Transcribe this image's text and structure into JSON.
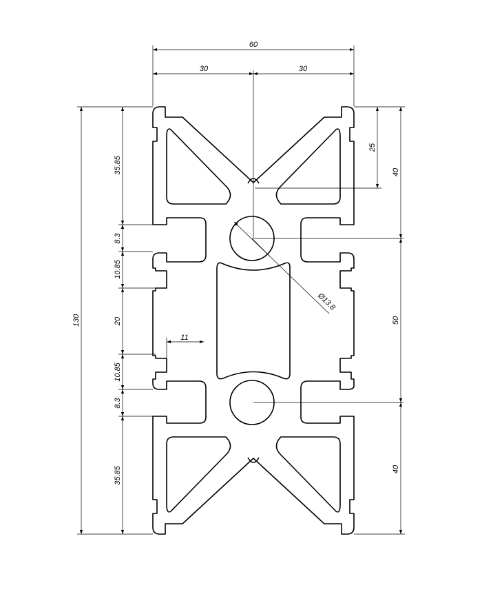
{
  "dimensions": {
    "overall_width": "60",
    "half_width_left": "30",
    "half_width_right": "30",
    "overall_height": "130",
    "left_top_section": "35.85",
    "left_top_gap": "8.3",
    "left_top_slot": "10.85",
    "left_middle": "20",
    "left_bottom_slot": "10.85",
    "left_bottom_gap": "8.3",
    "left_bottom_section": "35.85",
    "slot_depth": "11",
    "bore_diameter": "Ø13.8",
    "right_top_inner": "25",
    "right_top": "40",
    "right_middle": "50",
    "right_bottom": "40"
  },
  "colors": {
    "line": "#000000",
    "background": "#ffffff"
  }
}
